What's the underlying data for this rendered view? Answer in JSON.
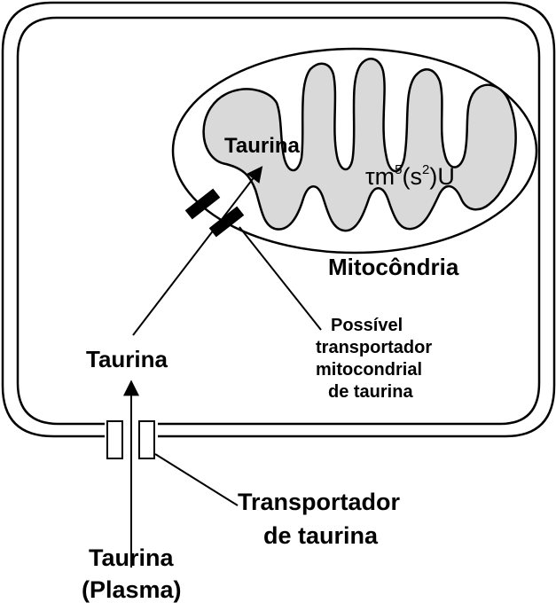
{
  "labels": {
    "mito_taurine": "Taurina",
    "tau_base": "τm",
    "tau_sup1": "5",
    "tau_paren_open": "(s",
    "tau_sup2": "2",
    "tau_paren_close": ")U",
    "mitochondria": "Mitocôndria",
    "possible_transporter": [
      "Possível",
      "transportador",
      "mitocondrial",
      "de taurina"
    ],
    "cytosol_taurine": "Taurina",
    "cell_transporter": [
      "Transportador",
      "de taurina"
    ],
    "plasma_taurine": [
      "Taurina",
      "(Plasma)"
    ]
  },
  "colors": {
    "outline": "#000000",
    "mitochondria_fill": "#d9d9d9",
    "background": "#ffffff"
  }
}
